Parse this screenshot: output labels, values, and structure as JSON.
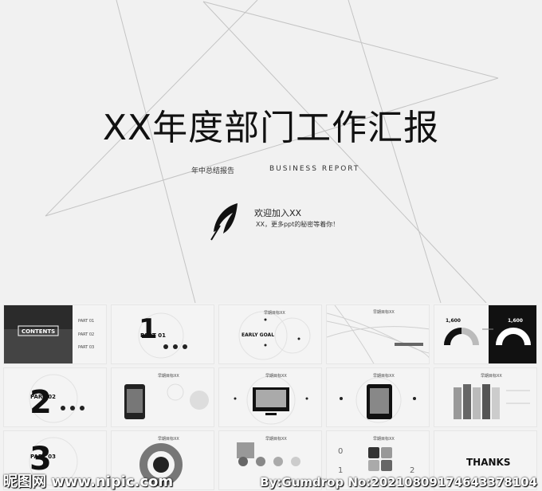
{
  "hero": {
    "title": "XX年度部门工作汇报",
    "subtitle_cn": "年中总结报告",
    "subtitle_en": "BUSINESS REPORT",
    "welcome": "欢迎加入XX",
    "tagline": "XX，更多ppt的秘密等着你！"
  },
  "thumbs": {
    "contents": {
      "title": "CONTENTS",
      "items": [
        "PART 01",
        "PART 02",
        "PART 03"
      ]
    },
    "part1": {
      "number": "1",
      "label": "PART 01"
    },
    "early_goal": {
      "title": "早期目标XX",
      "label": "EARLY GOAL"
    },
    "wave": {
      "title": "早期目标XX"
    },
    "gauge": {
      "value_a": "1,600",
      "value_b": "1,600"
    },
    "part2": {
      "number": "2",
      "label": "PART 02"
    },
    "phone": {
      "title": "早期目标XX"
    },
    "monitor": {
      "title": "早期目标XX"
    },
    "tablet": {
      "title": "早期目标XX"
    },
    "gallery": {
      "title": "早期目标XX"
    },
    "part3": {
      "number": "3",
      "label": "PART 03"
    },
    "cycle": {
      "title": "早期目标XX"
    },
    "stats": {
      "title": "早期目标XX"
    },
    "tiles": {
      "title": "早期目标XX",
      "num_a": "0",
      "num_b": "1",
      "num_c": "2"
    },
    "thanks": {
      "title": "THANKS"
    }
  },
  "watermark": {
    "left": "昵图网 www.nipic.com",
    "right": "By:Gumdrop No:20210809174643378104"
  }
}
